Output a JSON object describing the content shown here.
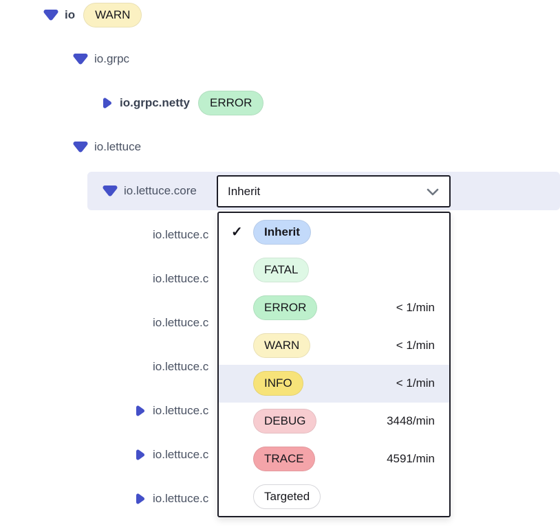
{
  "colors": {
    "triangle": "#4450C8",
    "row_highlight": "#EAECF7",
    "dropdown_item_highlight": "#E9ECF6",
    "border_dark": "#1C1C26"
  },
  "tree": {
    "rows": [
      {
        "label": "io",
        "badge": "WARN",
        "badge_bg": "#FBF1C2"
      },
      {
        "label": "io.grpc"
      },
      {
        "label": "io.grpc.netty",
        "badge": "ERROR",
        "badge_bg": "#BEEFCD"
      },
      {
        "label": "io.lettuce"
      },
      {
        "label": "io.lettuce.core"
      },
      {
        "label": "io.lettuce.c"
      },
      {
        "label": "io.lettuce.c"
      },
      {
        "label": "io.lettuce.c"
      },
      {
        "label": "io.lettuce.c"
      },
      {
        "label": "io.lettuce.c"
      },
      {
        "label": "io.lettuce.c"
      },
      {
        "label": "io.lettuce.c"
      }
    ]
  },
  "select": {
    "value": "Inherit"
  },
  "dropdown": {
    "check_mark": "✓",
    "items": [
      {
        "label": "Inherit",
        "pill_bg": "#C3DAFA",
        "rate": ""
      },
      {
        "label": "FATAL",
        "pill_bg": "#DEF8E5",
        "rate": ""
      },
      {
        "label": "ERROR",
        "pill_bg": "#BDF0CC",
        "rate": "< 1/min"
      },
      {
        "label": "WARN",
        "pill_bg": "#FBF2C4",
        "rate": "< 1/min"
      },
      {
        "label": "INFO",
        "pill_bg": "#F7E379",
        "rate": "< 1/min",
        "row_bg": "#E9ECF6"
      },
      {
        "label": "DEBUG",
        "pill_bg": "#F7CCD0",
        "rate": "3448/min"
      },
      {
        "label": "TRACE",
        "pill_bg": "#F4A4A9",
        "rate": "4591/min"
      },
      {
        "label": "Targeted",
        "pill_bg": "#FFFFFF",
        "pill_border": "#D6D6DA",
        "rate": ""
      }
    ]
  }
}
